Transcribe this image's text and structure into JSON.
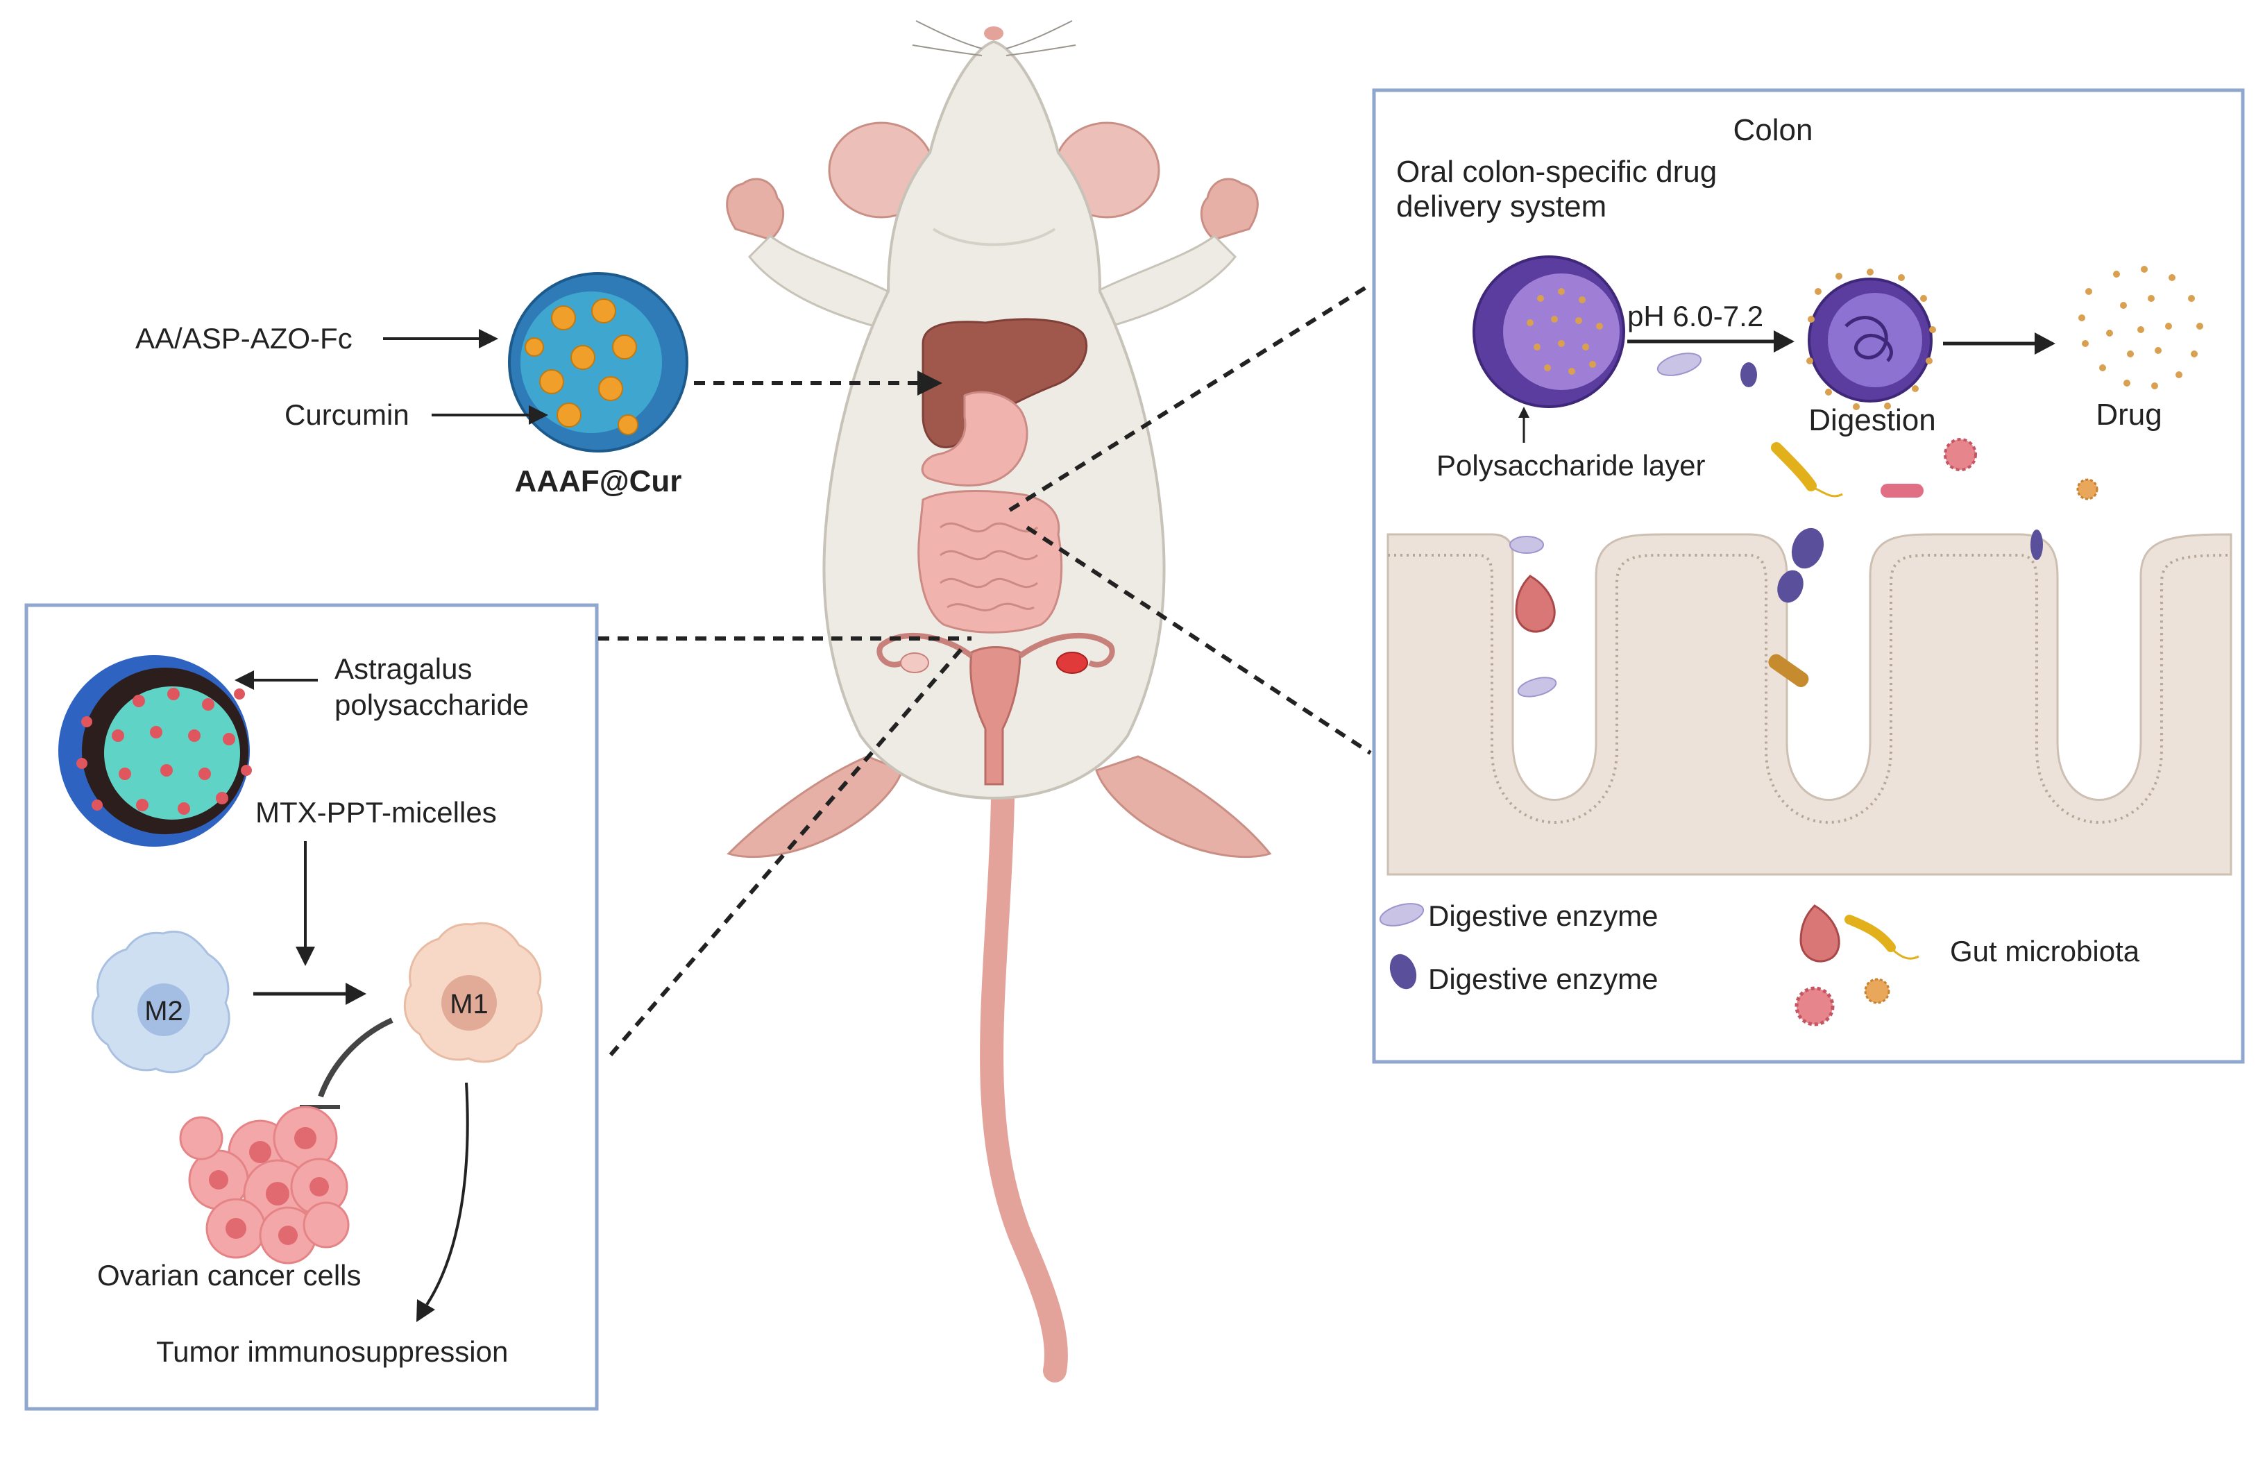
{
  "labels": {
    "aa_asp_azo_fc": "AA/ASP-AZO-Fc",
    "curcumin": "Curcumin",
    "aaaf_cur": "AAAF@Cur",
    "astragalus_line1": "Astragalus",
    "astragalus_line2": "polysaccharide",
    "mtx_ppt_micelles": "MTX-PPT-micelles",
    "m2": "M2",
    "m1": "M1",
    "ovarian_cancer_cells": "Ovarian cancer cells",
    "tumor_immunosuppression": "Tumor immunosuppression",
    "colon": "Colon",
    "oral_line1": "Oral colon-specific drug",
    "oral_line2": "delivery system",
    "ph_range": "pH 6.0-7.2",
    "digestion": "Digestion",
    "drug": "Drug",
    "polysaccharide_layer": "Polysaccharide layer",
    "digestive_enzyme_1": "Digestive enzyme",
    "digestive_enzyme_2": "Digestive enzyme",
    "gut_microbiota": "Gut microbiota"
  },
  "colors": {
    "panel_border": "#8fa6cf",
    "nanoparticle_blue": "#2e7bb8",
    "curcumin_orange": "#f0a02a",
    "purple_particle": "#5a3d9e",
    "mouse_fur": "#eeebe4",
    "mouse_pink": "#e7a7a0",
    "liver": "#a0584d",
    "intestine": "#f0b3ae",
    "colon_wall": "#e9ddd3"
  }
}
